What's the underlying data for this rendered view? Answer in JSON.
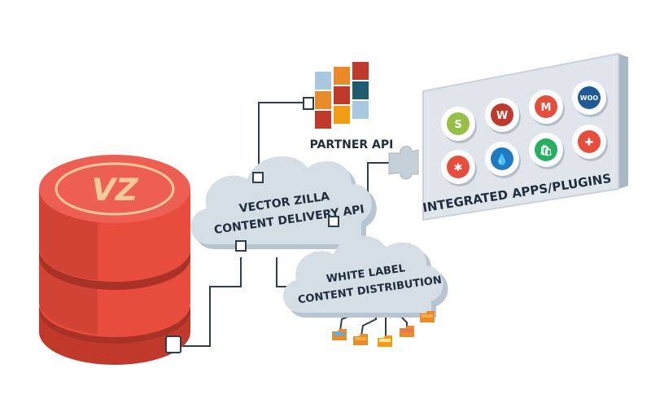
{
  "logo": {
    "text": "VZ"
  },
  "partner_api": {
    "label": "PARTNER API"
  },
  "cloud_api": {
    "line1": "VECTOR ZILLA",
    "line2": "CONTENT DELIVERY API"
  },
  "white_label": {
    "line1": "WHITE LABEL",
    "line2": "CONTENT DISTRIBUTION"
  },
  "integrations": {
    "label": "INTEGRATED APPS/PLUGINS",
    "apps": [
      {
        "name": "shopify",
        "icon": "shopify-icon",
        "bg": "#95bf47",
        "glyph": "S"
      },
      {
        "name": "wordpress",
        "icon": "wordpress-icon",
        "bg": "#c0392b",
        "glyph": "W"
      },
      {
        "name": "magento",
        "icon": "magento-icon",
        "bg": "#e74c3c",
        "glyph": "M"
      },
      {
        "name": "woocommerce",
        "icon": "woocommerce-icon",
        "bg": "#1f5a96",
        "glyph": "WOO"
      },
      {
        "name": "joomla",
        "icon": "joomla-icon",
        "bg": "#e74c3c",
        "glyph": "✱"
      },
      {
        "name": "drupal",
        "icon": "drupal-icon",
        "bg": "#1f7ac4",
        "glyph": "💧"
      },
      {
        "name": "shopify-app",
        "icon": "shopping-bag-icon",
        "bg": "#27ae60",
        "glyph": "🛍"
      },
      {
        "name": "plugin",
        "icon": "puzzle-piece-icon",
        "bg": "#e74c3c",
        "glyph": "✚"
      }
    ]
  },
  "colors": {
    "db_red": "#e84c3d",
    "db_dark": "#c0392b",
    "cloud": "#d5dde5",
    "cloud_shadow": "#b8c4cf",
    "panel": "#dfe5ea",
    "line": "#2c3e50",
    "folder": "#e98b2a"
  }
}
